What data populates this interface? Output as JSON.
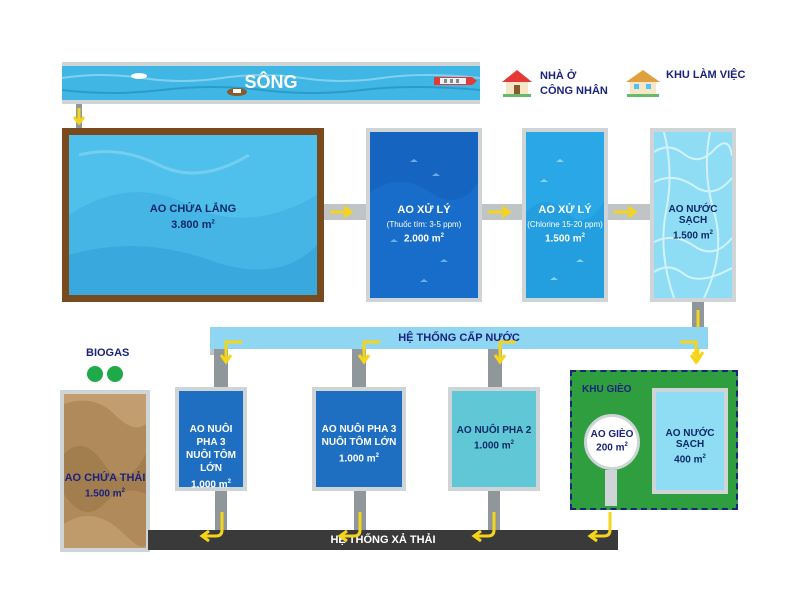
{
  "river": {
    "label": "SÔNG"
  },
  "legend": {
    "worker_house": "NHÀ Ở\nCÔNG NHÂN",
    "work_area": "KHU LÀM VIỆC"
  },
  "ponds": {
    "settling": {
      "name": "AO CHỨA LẮNG",
      "area": "3.800 m",
      "unit_sup": "2"
    },
    "treatment1": {
      "name": "AO XỬ LÝ",
      "note": "(Thuốc tím: 3-5 ppm)",
      "area": "2.000 m",
      "unit_sup": "2"
    },
    "treatment2": {
      "name": "AO XỬ LÝ",
      "note": "(Chlorine 15-20 ppm)",
      "area": "1.500 m",
      "unit_sup": "2"
    },
    "clean1": {
      "name": "AO NƯỚC SẠCH",
      "area": "1.500 m",
      "unit_sup": "2"
    },
    "waste": {
      "name": "AO CHỨA THẢI",
      "area": "1.500 m",
      "unit_sup": "2"
    },
    "phase3a": {
      "name": "AO NUÔI PHA 3\nNUÔI TÔM LỚN",
      "area": "1.000 m",
      "unit_sup": "2"
    },
    "phase3b": {
      "name": "AO NUÔI PHA 3\nNUÔI TÔM LỚN",
      "area": "1.000 m",
      "unit_sup": "2"
    },
    "phase2": {
      "name": "AO NUÔI PHA 2",
      "area": "1.000 m",
      "unit_sup": "2"
    },
    "nursery": {
      "name": "AO GIÈO",
      "area": "200 m",
      "unit_sup": "2"
    },
    "clean2": {
      "name": "AO NƯỚC SẠCH",
      "area": "400 m",
      "unit_sup": "2"
    }
  },
  "nursery_zone": {
    "label": "KHU GIÈO"
  },
  "biogas": {
    "label": "BIOGAS"
  },
  "supply_system": {
    "label": "HỆ THỐNG CẤP NƯỚC"
  },
  "drain_system": {
    "label": "HỆ THỐNG XẢ THẢI"
  },
  "colors": {
    "river": "#3fb6e3",
    "settling_border": "#7a4a1f",
    "treatment1": "#1565c0",
    "treatment2": "#29a7e6",
    "clean": "#8fdcf5",
    "supply_pipe": "#8fd6f2",
    "drain_pipe": "#3a3a3a",
    "waste_pond": "#b08a5a",
    "nursery_zone": "#2e9e3f",
    "arrow": "#f5d41c"
  }
}
